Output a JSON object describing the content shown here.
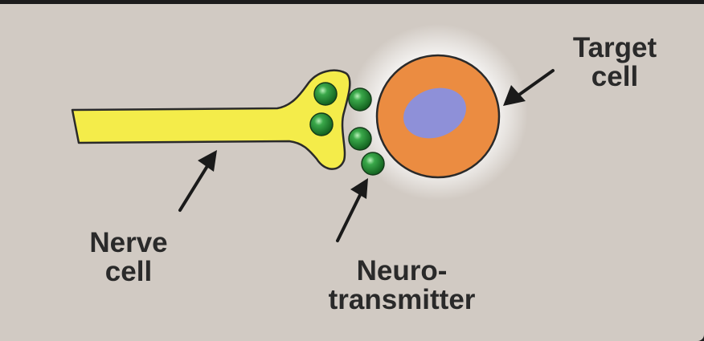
{
  "labels": {
    "target_cell": [
      "Target",
      "cell"
    ],
    "nerve_cell": [
      "Nerve",
      "cell"
    ],
    "neurotransmitter": [
      "Neuro-",
      "transmitter"
    ]
  },
  "colors": {
    "background": "#d1cac3",
    "nerve_cell": "#f4ec4a",
    "target_cell": "#eb8c41",
    "nucleus": "#8e90d8",
    "neurotransmitter": "#2f9a3e",
    "glow": "#ffffff"
  }
}
